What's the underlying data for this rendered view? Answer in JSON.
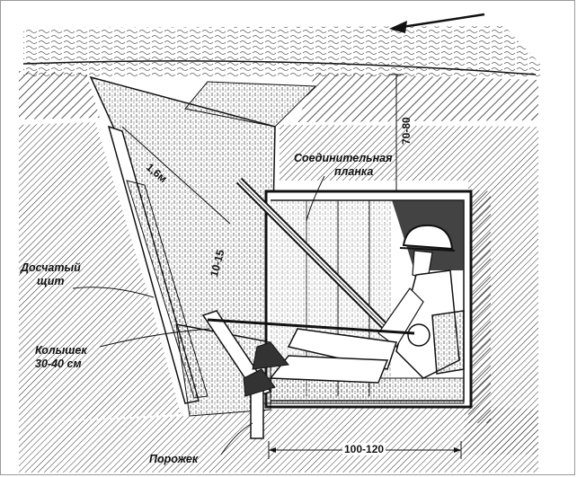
{
  "labels": {
    "connecting_bar_line1": "Соединительная",
    "connecting_bar_line2": "планка",
    "plank_shield_line1": "Досчатый",
    "plank_shield_line2": "щит",
    "stake_line1": "Колышек",
    "stake_line2": "30-40 см",
    "threshold": "Порожек"
  },
  "dimensions": {
    "slope_length": "1,6м",
    "height": "70-80",
    "step": "10-15",
    "width": "100-120"
  },
  "colors": {
    "ink": "#111111",
    "paper": "#ffffff",
    "border": "#9a9a9a"
  },
  "icons": {
    "direction_arrow": "left-arrow-icon"
  }
}
